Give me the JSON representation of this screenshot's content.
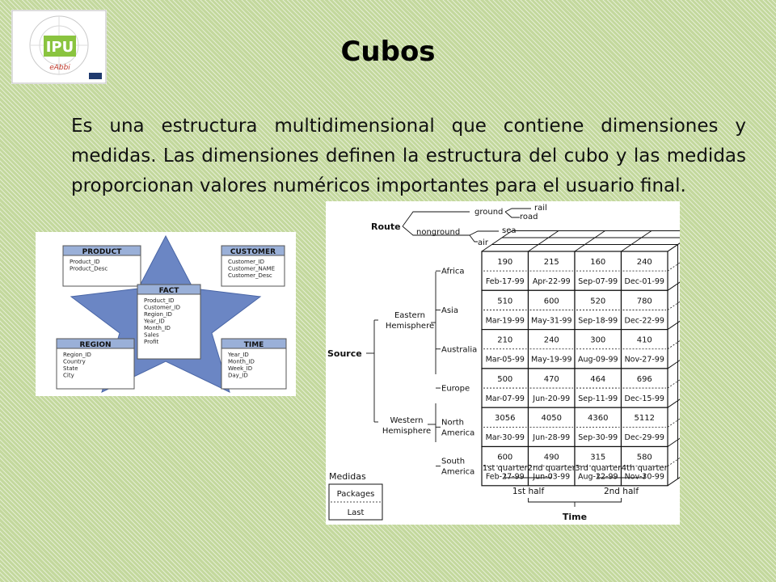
{
  "slide": {
    "title": "Cubos",
    "paragraph": "Es una estructura multidimensional que contiene dimensiones y medidas. Las dimensiones definen la estructura del cubo y las medidas proporcionan valores numéricos importantes para el usuario final."
  },
  "logo": {
    "text": "IPU",
    "script": "eAbbi"
  },
  "star_schema": {
    "fact": {
      "title": "FACT",
      "fields": [
        "Product_ID",
        "Customer_ID",
        "Region_ID",
        "Year_ID",
        "Month_ID",
        "Sales",
        "Profit"
      ]
    },
    "product": {
      "title": "PRODUCT",
      "fields": [
        "Product_ID",
        "Product_Desc"
      ]
    },
    "customer": {
      "title": "CUSTOMER",
      "fields": [
        "Customer_ID",
        "Customer_NAME",
        "Customer_Desc"
      ]
    },
    "region": {
      "title": "REGION",
      "fields": [
        "Region_ID",
        "Country",
        "State",
        "City"
      ]
    },
    "time": {
      "title": "TIME",
      "fields": [
        "Year_ID",
        "Month_ID",
        "Week_ID",
        "Day_ID"
      ]
    },
    "colors": {
      "star": "#6b86c4",
      "header": "#9ab0d8"
    }
  },
  "cube": {
    "route": {
      "label": "Route",
      "ground": "ground",
      "nonground": "nonground",
      "rail": "rail",
      "road": "road",
      "sea": "sea",
      "air": "air"
    },
    "source": {
      "label": "Source",
      "eastern": [
        "Eastern",
        "Hemisphere"
      ],
      "western": [
        "Western",
        "Hemisphere"
      ],
      "regions": [
        {
          "lines": [
            "Africa"
          ]
        },
        {
          "lines": [
            "Asia"
          ]
        },
        {
          "lines": [
            "Australia"
          ]
        },
        {
          "lines": [
            "Europe"
          ]
        },
        {
          "lines": [
            "North",
            "America"
          ]
        },
        {
          "lines": [
            "South",
            "America"
          ]
        }
      ]
    },
    "cells": [
      [
        [
          "190",
          "Feb-17-99"
        ],
        [
          "215",
          "Apr-22-99"
        ],
        [
          "160",
          "Sep-07-99"
        ],
        [
          "240",
          "Dec-01-99"
        ]
      ],
      [
        [
          "510",
          "Mar-19-99"
        ],
        [
          "600",
          "May-31-99"
        ],
        [
          "520",
          "Sep-18-99"
        ],
        [
          "780",
          "Dec-22-99"
        ]
      ],
      [
        [
          "210",
          "Mar-05-99"
        ],
        [
          "240",
          "May-19-99"
        ],
        [
          "300",
          "Aug-09-99"
        ],
        [
          "410",
          "Nov-27-99"
        ]
      ],
      [
        [
          "500",
          "Mar-07-99"
        ],
        [
          "470",
          "Jun-20-99"
        ],
        [
          "464",
          "Sep-11-99"
        ],
        [
          "696",
          "Dec-15-99"
        ]
      ],
      [
        [
          "3056",
          "Mar-30-99"
        ],
        [
          "4050",
          "Jun-28-99"
        ],
        [
          "4360",
          "Sep-30-99"
        ],
        [
          "5112",
          "Dec-29-99"
        ]
      ],
      [
        [
          "600",
          "Feb-27-99"
        ],
        [
          "490",
          "Jun-03-99"
        ],
        [
          "315",
          "Aug-22-99"
        ],
        [
          "580",
          "Nov-30-99"
        ]
      ]
    ],
    "time": {
      "quarters": [
        "1st quarter",
        "2nd quarter",
        "3rd quarter",
        "4th quarter"
      ],
      "halves": [
        "1st half",
        "2nd half"
      ],
      "label": "Time"
    },
    "legend": {
      "title": "Medidas",
      "items": [
        "Packages",
        "Last"
      ]
    }
  }
}
